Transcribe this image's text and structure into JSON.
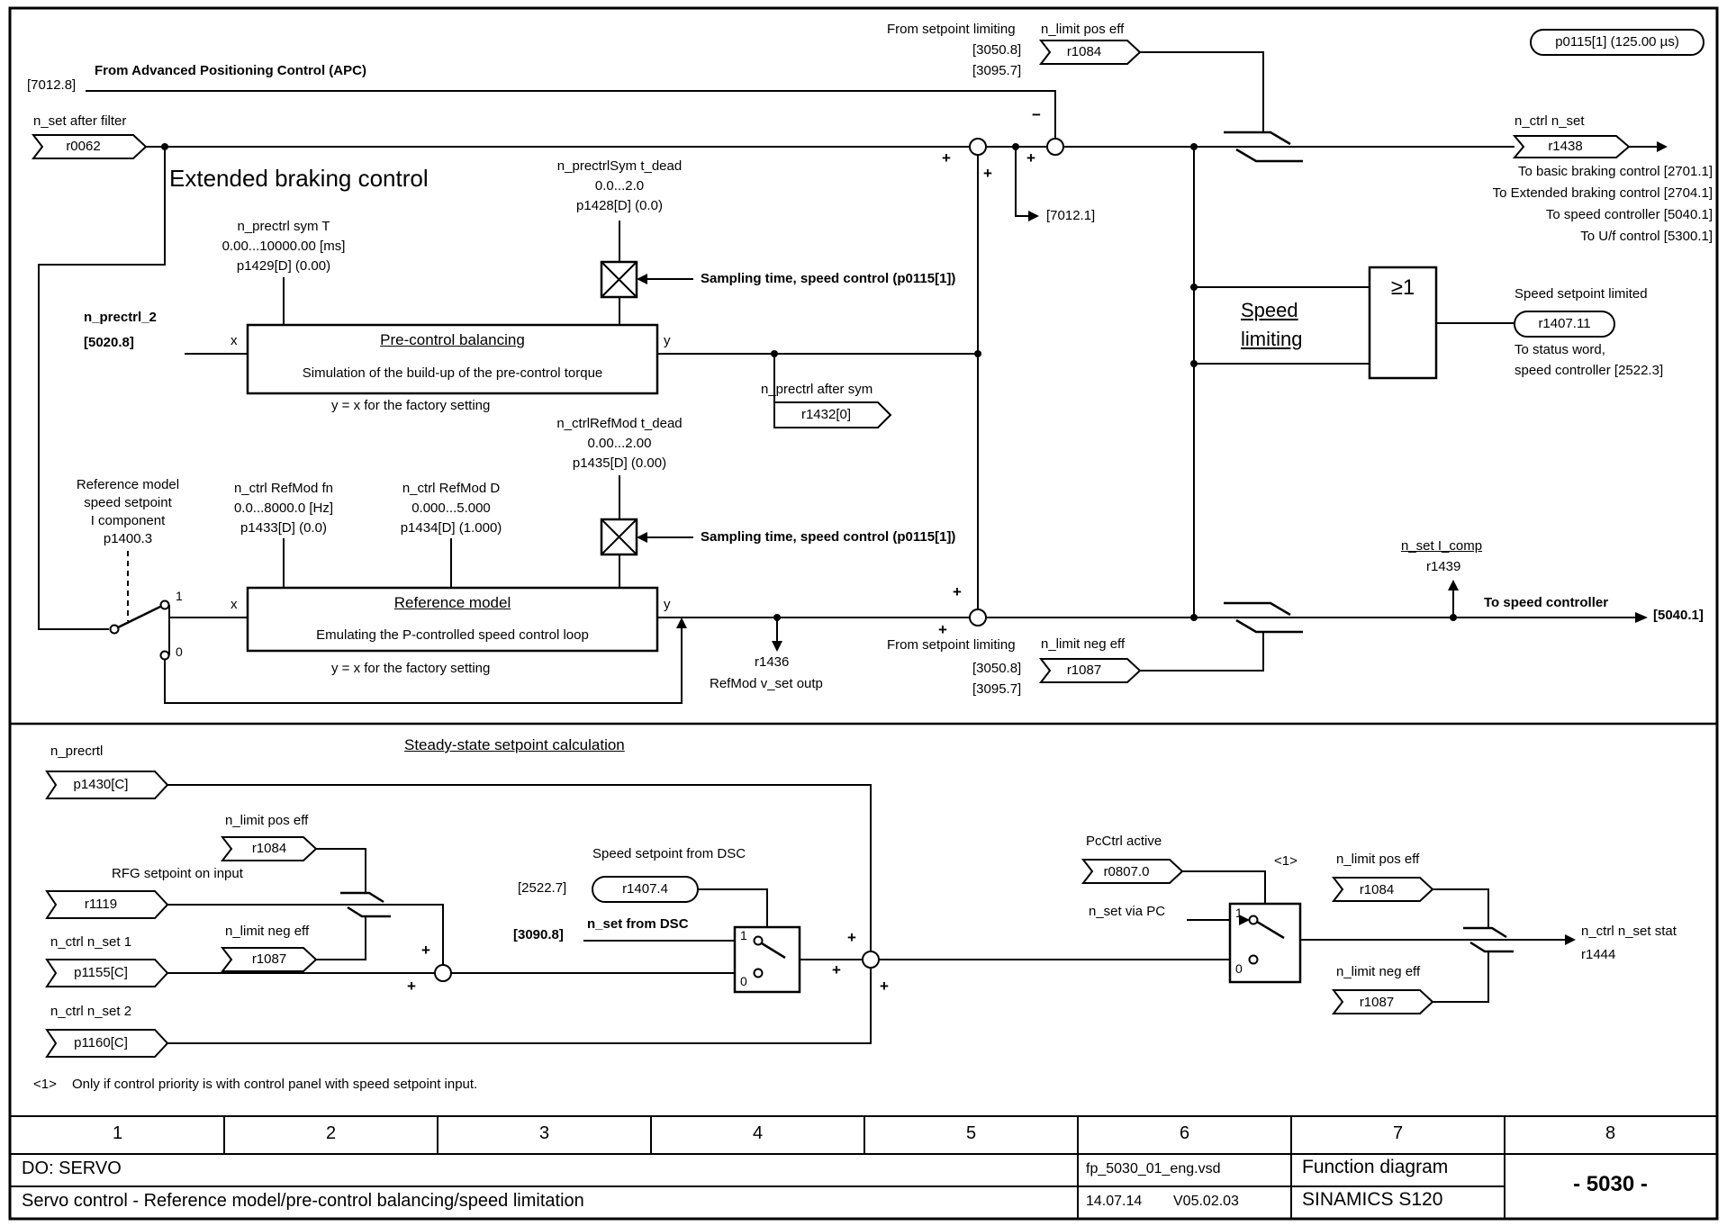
{
  "misc": {
    "plus": "+",
    "minus": "−",
    "one": "1",
    "zero": "0",
    "x": "x",
    "y": "y",
    "or_gate": "≥1"
  },
  "top": {
    "p0115_pill": "p0115[1] (125.00 µs)",
    "apc_ref": "[7012.8]",
    "apc_label": "From Advanced Positioning Control (APC)",
    "nset_label": "n_set after filter",
    "nset_flag": "r0062",
    "from_setpoint_limiting": "From setpoint limiting",
    "limit_pos_label": "n_limit pos eff",
    "ref_3050": "[3050.8]",
    "ref_3095": "[3095.7]",
    "r1084_flag": "r1084",
    "extended_braking": "Extended braking control",
    "ref_7012_1": "[7012.1]",
    "nctrl_nset_label": "n_ctrl n_set",
    "r1438_flag": "r1438",
    "to_basic": "To basic braking control [2701.1]",
    "to_extended": "To Extended braking control [2704.1]",
    "to_speed": "To speed controller [5040.1]",
    "to_uf": "To U/f control [5300.1]"
  },
  "precontrol": {
    "p1428": [
      "n_prectrlSym t_dead",
      "0.0...2.0",
      "p1428[D] (0.0)"
    ],
    "p1429": [
      "n_prectrl sym T",
      "0.00...10000.00 [ms]",
      "p1429[D] (0.00)"
    ],
    "sampling": "Sampling time, speed control (p0115[1])",
    "title": "Pre-control balancing",
    "subtitle": "Simulation of the build-up of the pre-control torque",
    "note": "y = x for the factory setting",
    "input_label": "n_prectrl_2",
    "input_ref": "[5020.8]",
    "after_sym_label": "n_prectrl after sym",
    "after_sym_flag": "r1432[0]"
  },
  "refmodel": {
    "selector": [
      "Reference model",
      "speed setpoint",
      "I component",
      "p1400.3"
    ],
    "p1433": [
      "n_ctrl RefMod fn",
      "0.0...8000.0 [Hz]",
      "p1433[D] (0.0)"
    ],
    "p1434": [
      "n_ctrl RefMod D",
      "0.000...5.000",
      "p1434[D] (1.000)"
    ],
    "p1435": [
      "n_ctrlRefMod t_dead",
      "0.00...2.00",
      "p1435[D] (0.00)"
    ],
    "sampling": "Sampling time, speed control (p0115[1])",
    "title": "Reference model",
    "subtitle": "Emulating the P-controlled speed control loop",
    "note": "y = x for the factory setting",
    "r1436": "r1436",
    "r1436_label": "RefMod v_set outp",
    "from_setpoint_limiting": "From setpoint limiting",
    "limit_neg_label": "n_limit neg eff",
    "ref_3050": "[3050.8]",
    "ref_3095": "[3095.7]",
    "r1087_flag": "r1087"
  },
  "limiting": {
    "word1": "Speed",
    "word2": "limiting",
    "out_label": "Speed setpoint limited",
    "r1407_flag": "r1407.11",
    "note1": "To status word,",
    "note2": "speed controller [2522.3]",
    "icomp_label": "n_set I_comp",
    "icomp_flag": "r1439",
    "to_speed": "To speed controller",
    "to_speed_ref": "[5040.1]"
  },
  "steady": {
    "title": "Steady-state setpoint calculation",
    "nprecrtl_label": "n_precrtl",
    "nprecrtl_flag": "p1430[C]",
    "limit_pos_label": "n_limit pos eff",
    "r1084_flag": "r1084",
    "rfg_label": "RFG setpoint on input",
    "r1119_flag": "r1119",
    "nset1_label": "n_ctrl n_set 1",
    "p1155_flag": "p1155[C]",
    "limit_neg_label": "n_limit neg eff",
    "r1087_flag": "r1087",
    "nset2_label": "n_ctrl n_set 2",
    "p1160_flag": "p1160[C]",
    "dsc_label": "Speed setpoint from DSC",
    "dsc_ref": "[2522.7]",
    "dsc_pill": "r1407.4",
    "nset_dsc_label": "n_set from DSC",
    "nset_dsc_ref": "[3090.8]",
    "pcctrl_label": "PcCtrl active",
    "r0807_flag": "r0807.0",
    "note_mark": "<1>",
    "nset_pc_label": "n_set via PC",
    "limit_pos2_label": "n_limit pos eff",
    "r1084b_flag": "r1084",
    "limit_neg2_label": "n_limit neg eff",
    "r1087b_flag": "r1087",
    "out_label": "n_ctrl n_set stat",
    "out_flag": "r1444"
  },
  "footnote": {
    "mark": "<1>",
    "text": "Only if control priority is with control panel with speed setpoint input."
  },
  "table": {
    "cols": [
      "1",
      "2",
      "3",
      "4",
      "5",
      "6",
      "7",
      "8"
    ],
    "do_label": "DO: SERVO",
    "subtitle": "Servo control - Reference model/pre-control balancing/speed limitation",
    "file": "fp_5030_01_eng.vsd",
    "date": "14.07.14",
    "version": "V05.02.03",
    "fd_label": "Function diagram",
    "product": "SINAMICS S120",
    "number": "- 5030 -"
  }
}
